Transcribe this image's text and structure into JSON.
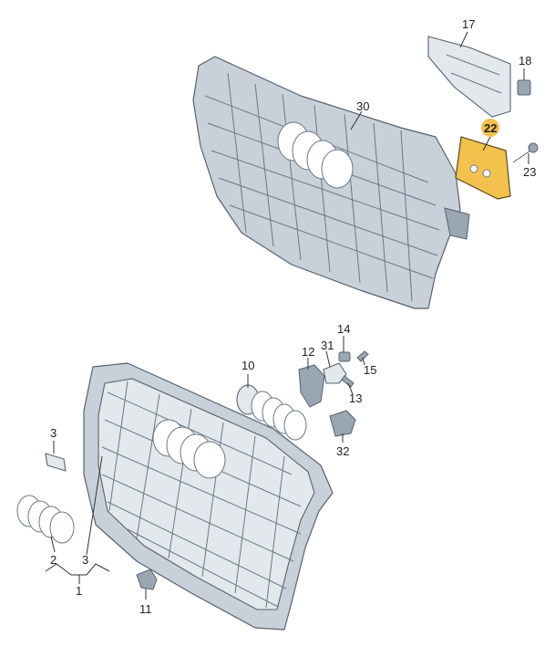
{
  "parts": [
    {
      "id": "17",
      "label": "17",
      "highlight": false
    },
    {
      "id": "18",
      "label": "18",
      "highlight": false
    },
    {
      "id": "30",
      "label": "30",
      "highlight": false
    },
    {
      "id": "22",
      "label": "22",
      "highlight": true
    },
    {
      "id": "23",
      "label": "23",
      "highlight": false
    },
    {
      "id": "14",
      "label": "14",
      "highlight": false
    },
    {
      "id": "12",
      "label": "12",
      "highlight": false
    },
    {
      "id": "31",
      "label": "31",
      "highlight": false
    },
    {
      "id": "15",
      "label": "15",
      "highlight": false
    },
    {
      "id": "10",
      "label": "10",
      "highlight": false
    },
    {
      "id": "13",
      "label": "13",
      "highlight": false
    },
    {
      "id": "32",
      "label": "32",
      "highlight": false
    },
    {
      "id": "3a",
      "label": "3",
      "highlight": false
    },
    {
      "id": "2",
      "label": "2",
      "highlight": false
    },
    {
      "id": "3b",
      "label": "3",
      "highlight": false
    },
    {
      "id": "1",
      "label": "1",
      "highlight": false
    },
    {
      "id": "11",
      "label": "11",
      "highlight": false
    }
  ],
  "colors": {
    "highlight": "#f3c24c",
    "highlight_label": "#f3c24c",
    "part": "#c8d1d9",
    "outline": "#556270"
  }
}
